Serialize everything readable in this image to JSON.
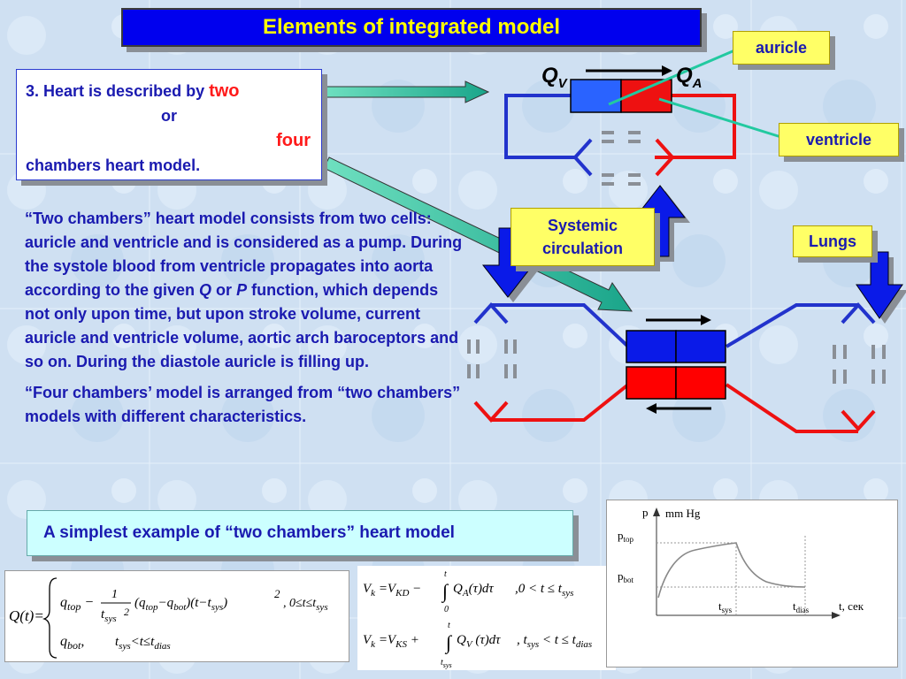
{
  "title": "Elements of integrated model",
  "labels": {
    "auricle": "auricle",
    "ventricle": "ventricle",
    "lungs": "Lungs",
    "systemic_line1": "Systemic",
    "systemic_line2": "circulation",
    "qv_main": "Q",
    "qv_sub": "V",
    "qa_main": "Q",
    "qa_sub": "A"
  },
  "heart_box": {
    "line1_prefix": "3. Heart is described by ",
    "two": "two",
    "or": "or",
    "four": "four",
    "line_end": "chambers heart model."
  },
  "description": {
    "p1_a": "“Two chambers” heart model consists from two cells: auricle and ventricle and is considered as a pump. During the systole blood from ventricle propagates into aorta according to the given ",
    "p1_q": "Q",
    "p1_or": " or ",
    "p1_p": "P",
    "p1_b": " function, which depends not only upon time, but upon stroke volume, current auricle and ventricle volume, aortic arch baroceptors and so on. During the diastole auricle is filling up.",
    "p2": "“Four chambers’ model is arranged from “two chambers” models with different characteristics."
  },
  "example": "A simplest example of “two chambers” heart model",
  "graph": {
    "p_label": "p",
    "unit": "mm Hg",
    "ptop": "p",
    "ptop_sub": "top",
    "pbot": "p",
    "pbot_sub": "bot",
    "tsys": "t",
    "tsys_sub": "sys",
    "tdias": "t",
    "tdias_sub": "dias",
    "t_axis": "t, сек"
  },
  "colors": {
    "blue": "#0000ee",
    "red": "#ff0000",
    "yellow": "#ffff66",
    "teal": "#22c9a0"
  }
}
